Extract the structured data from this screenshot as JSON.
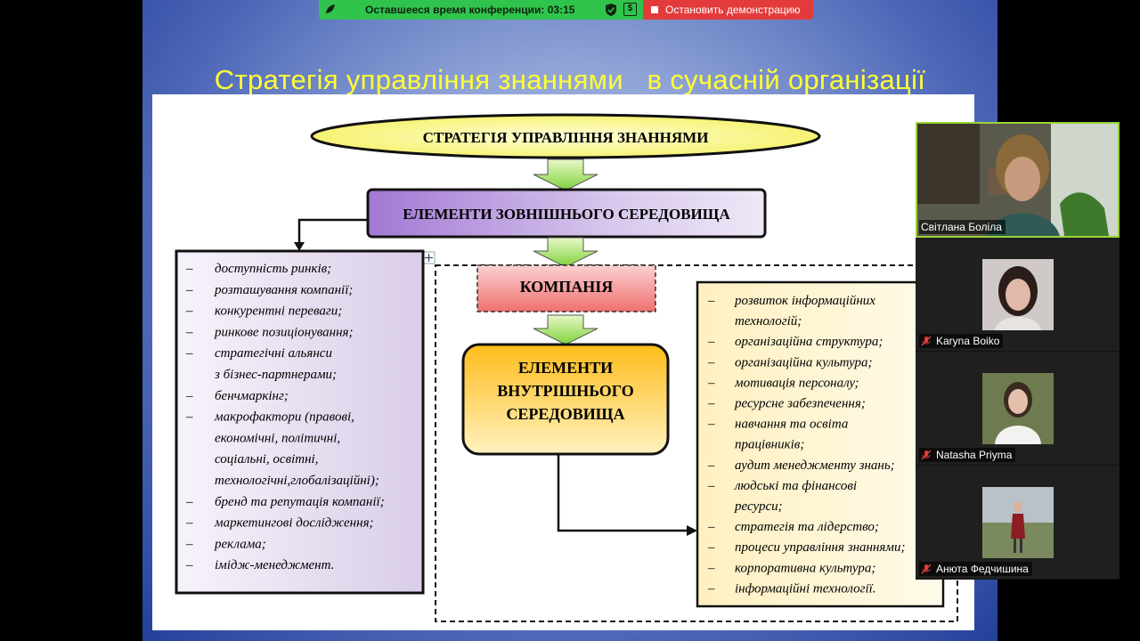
{
  "top_bar": {
    "timer_text": "Оставшееся время конференции: 03:15",
    "stop_label": "Остановить демонстрацию",
    "accent": "#30c44d",
    "stop_color": "#e33b3b"
  },
  "slide": {
    "title": "Стратегія управління знаннями   в сучасній організації",
    "title_color": "#ffff33",
    "diagram": {
      "top_oval": "СТРАТЕГІЯ УПРАВЛІННЯ ЗНАННЯМИ",
      "external_box": "ЕЛЕМЕНТИ ЗОВНІШНЬОГО СЕРЕДОВИЩА",
      "company_box": "КОМПАНІЯ",
      "internal_box": [
        "ЕЛЕМЕНТИ",
        "ВНУТРІШНЬОГО",
        "СЕРЕДОВИЩА"
      ],
      "left_list": [
        [
          "доступність ринків;"
        ],
        [
          "розташування компанії;"
        ],
        [
          "конкурентні переваги;"
        ],
        [
          "ринкове позиціонування;"
        ],
        [
          "стратегічні альянси",
          "з бізнес-партнерами;"
        ],
        [
          "бенчмаркінг;"
        ],
        [
          "макрофактори (правові,",
          "економічні, політичні,",
          "соціальні, освітні,",
          "технологічні,глобалізаційні);"
        ],
        [
          "бренд та репутація компанії;"
        ],
        [
          "маркетингові дослідження;"
        ],
        [
          "реклама;"
        ],
        [
          "імідж-менеджмент."
        ]
      ],
      "right_list": [
        [
          "розвиток інформаційних",
          "технологій;"
        ],
        [
          "організаційна структура;"
        ],
        [
          "організаційна культура;"
        ],
        [
          "мотивація персоналу;"
        ],
        [
          "ресурсне забезпечення;"
        ],
        [
          "навчання та освіта",
          "працівників;"
        ],
        [
          "аудит менеджменту знань;"
        ],
        [
          "людські та фінансові",
          "ресурси;"
        ],
        [
          "стратегія та лідерство;"
        ],
        [
          "процеси управління знаннями;"
        ],
        [
          "корпоративна культура;"
        ],
        [
          "інформаційні технології."
        ]
      ]
    }
  },
  "participants": [
    {
      "name": "Світлана Боліла",
      "muted": false,
      "active": true
    },
    {
      "name": "Karyna Boiko",
      "muted": true,
      "active": false
    },
    {
      "name": "Natasha Priyma",
      "muted": true,
      "active": false
    },
    {
      "name": "Анюта Федчишина",
      "muted": true,
      "active": false
    }
  ]
}
